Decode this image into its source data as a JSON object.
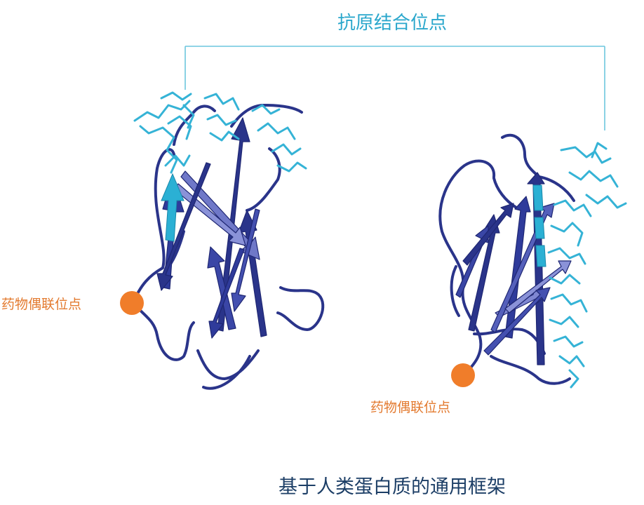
{
  "labels": {
    "antigen_binding_site": "抗原结合位点",
    "drug_conjugation_site_left": "药物偶联位点",
    "drug_conjugation_site_right": "药物偶联位点",
    "caption": "基于人类蛋白质的通用框架"
  },
  "colors": {
    "background": "#ffffff",
    "protein_dark": "#2a348a",
    "protein_mid": "#4450b0",
    "protein_light": "#7f87d2",
    "binding_residues": "#35b3d6",
    "drug_site": "#f07d2a",
    "caption_text": "#1c3e66",
    "binding_label_text": "#2aa7cc",
    "drug_label_text": "#e37a2f"
  }
}
